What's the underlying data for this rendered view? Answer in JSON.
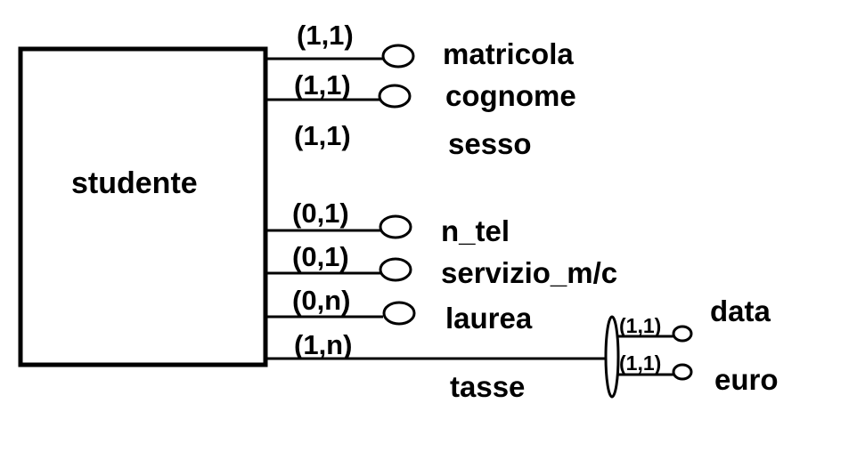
{
  "entity": {
    "name": "studente"
  },
  "attributes": [
    {
      "name": "matricola",
      "cardinality": "(1,1)"
    },
    {
      "name": "cognome",
      "cardinality": "(1,1)"
    },
    {
      "name": "sesso",
      "cardinality": "(1,1)"
    },
    {
      "name": "n_tel",
      "cardinality": "(0,1)"
    },
    {
      "name": "servizio_m/c",
      "cardinality": "(0,1)"
    },
    {
      "name": "laurea",
      "cardinality": "(0,n)"
    }
  ],
  "composite_attribute": {
    "name": "tasse",
    "cardinality": "(1,n)",
    "components": [
      {
        "name": "data",
        "cardinality": "(1,1)"
      },
      {
        "name": "euro",
        "cardinality": "(1,1)"
      }
    ]
  }
}
